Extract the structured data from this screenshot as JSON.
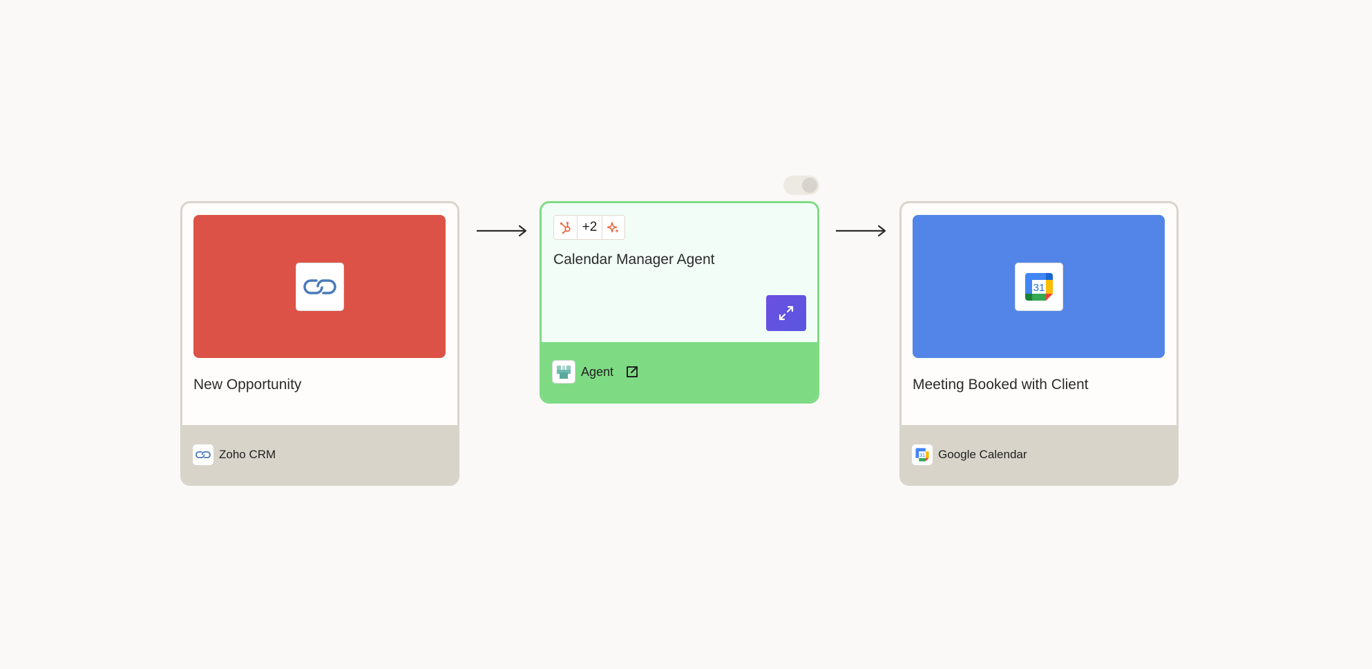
{
  "workflow": {
    "steps": [
      {
        "title": "New Opportunity",
        "app": "Zoho CRM",
        "app_icon": "zoho-crm-icon",
        "banner_color": "#dd5246"
      },
      {
        "title": "Meeting Booked with Client",
        "app": "Google Calendar",
        "app_icon": "google-calendar-icon",
        "banner_color": "#5385e8"
      }
    ],
    "agent": {
      "title": "Calendar Manager Agent",
      "tool_badges": [
        "hubspot-icon",
        "sparkle-icon"
      ],
      "extra_tools_count": "+2",
      "footer_label": "Agent",
      "enabled": true,
      "accent_color": "#7edb84",
      "expand_icon": "expand-icon",
      "footer_icon": "agent-logo-icon",
      "link_icon": "external-link-icon"
    },
    "connector_icon": "arrow-right-icon"
  }
}
